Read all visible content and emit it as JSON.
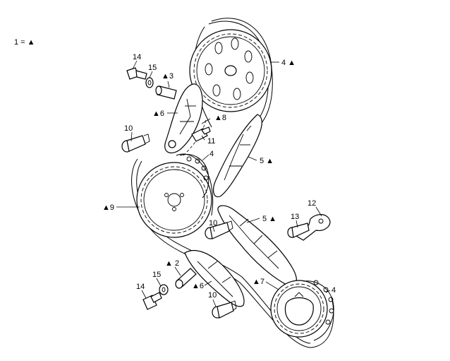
{
  "legend": {
    "text": "1 = ▲"
  },
  "callouts": [
    {
      "id": "c-4-top",
      "text": "4 ▲"
    },
    {
      "id": "c-14-top",
      "text": "14"
    },
    {
      "id": "c-15-top",
      "text": "15"
    },
    {
      "id": "c-3",
      "text": "▲3"
    },
    {
      "id": "c-6-top",
      "text": "▲6"
    },
    {
      "id": "c-8",
      "text": "▲8"
    },
    {
      "id": "c-10-top",
      "text": "10"
    },
    {
      "id": "c-11",
      "text": "11"
    },
    {
      "id": "c-4-mid",
      "text": "4"
    },
    {
      "id": "c-5-top",
      "text": "5 ▲"
    },
    {
      "id": "c-9",
      "text": "▲9"
    },
    {
      "id": "c-12",
      "text": "12"
    },
    {
      "id": "c-13",
      "text": "13"
    },
    {
      "id": "c-5-mid",
      "text": "5 ▲"
    },
    {
      "id": "c-10-mid",
      "text": "10"
    },
    {
      "id": "c-2",
      "text": "▲ 2"
    },
    {
      "id": "c-15-bot",
      "text": "15"
    },
    {
      "id": "c-7",
      "text": "▲7"
    },
    {
      "id": "c-4-bot",
      "text": "4"
    },
    {
      "id": "c-14-bot",
      "text": "14"
    },
    {
      "id": "c-6-bot",
      "text": "▲6"
    },
    {
      "id": "c-10-bot",
      "text": "10"
    }
  ]
}
